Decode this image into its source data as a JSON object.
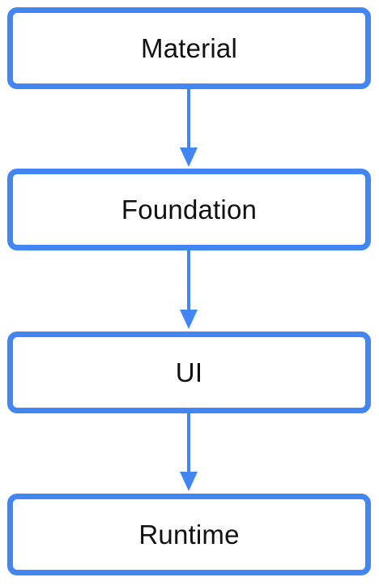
{
  "layers": [
    {
      "label": "Material"
    },
    {
      "label": "Foundation"
    },
    {
      "label": "UI"
    },
    {
      "label": "Runtime"
    }
  ],
  "colors": {
    "accent": "#4285f4",
    "text": "#111111",
    "background": "#ffffff"
  }
}
